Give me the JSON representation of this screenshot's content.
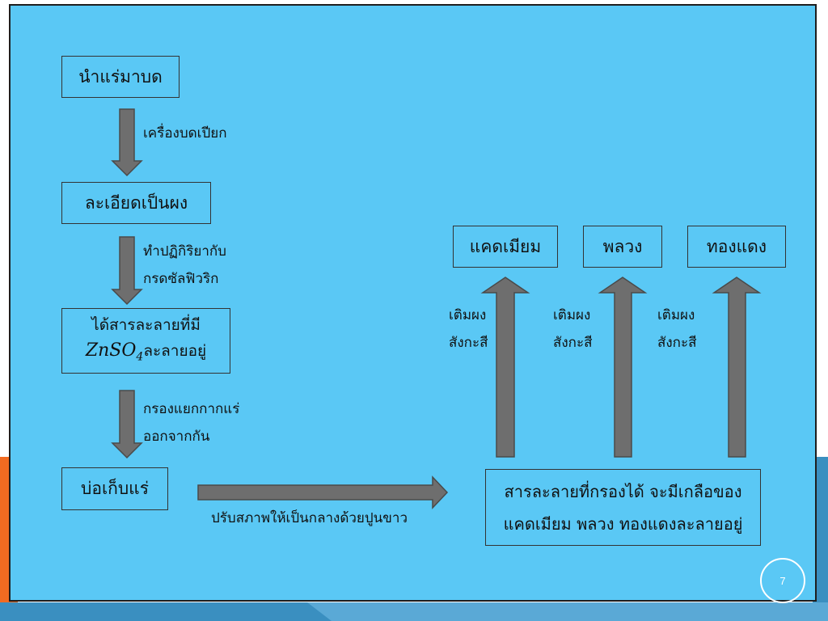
{
  "colors": {
    "slide_bg": "#5ac8f5",
    "arrow_fill": "#6e6e6e",
    "accent_orange": "#f26b21",
    "accent_blue": "#3a8fc0"
  },
  "flow": {
    "step1": "นำแร่มาบด",
    "step1_to_2": "เครื่องบดเปียก",
    "step2": "ละเอียดเป็นผง",
    "step2_to_3_line1": "ทำปฏิกิริยากับ",
    "step2_to_3_line2": "กรดซัลฟิวริก",
    "step3_line1": "ได้สารละลายที่มี",
    "step3_formula_main": "ZnSO",
    "step3_formula_sub": "4",
    "step3_suffix": "ละลายอยู่",
    "step3_to_4_line1": "กรองแยกกากแร่",
    "step3_to_4_line2": "ออกจากกัน",
    "step4": "บ่อเก็บแร่",
    "step4_to_5": "ปรับสภาพให้เป็นกลางด้วยปูนขาว",
    "step5_line1": "สารละลายที่กรองได้ จะมีเกลือของ",
    "step5_line2": "แคดเมียม พลวง ทองแดงละลายอยู่"
  },
  "products": [
    {
      "name": "แคดเมียม",
      "label_line1": "เติมผง",
      "label_line2": "สังกะสี"
    },
    {
      "name": "พลวง",
      "label_line1": "เติมผง",
      "label_line2": "สังกะสี"
    },
    {
      "name": "ทองแดง",
      "label_line1": "เติมผง",
      "label_line2": "สังกะสี"
    }
  ],
  "page_number": "7"
}
